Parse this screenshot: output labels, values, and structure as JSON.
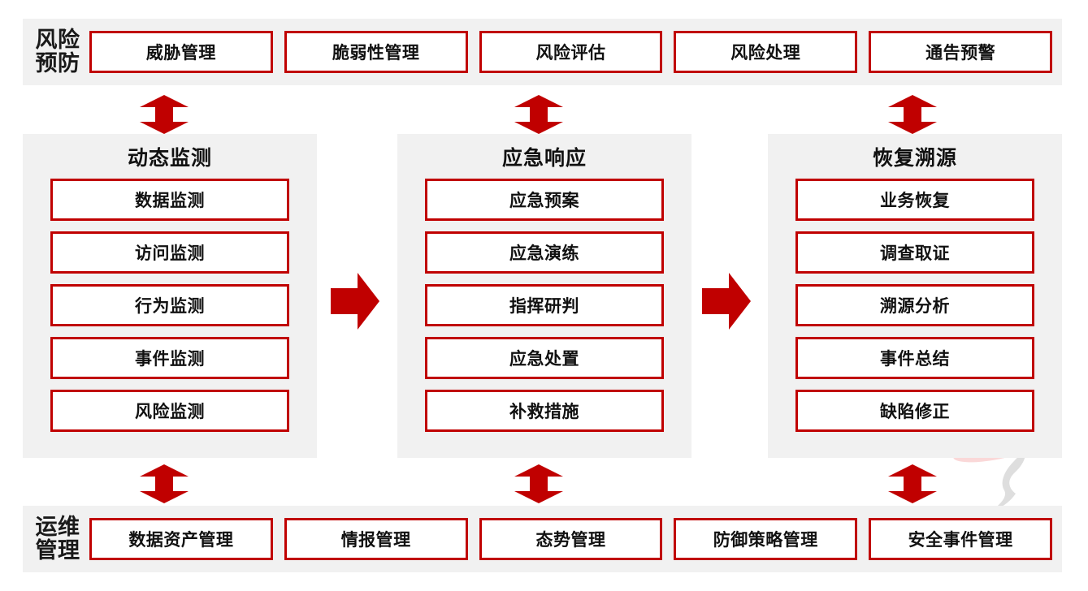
{
  "diagram": {
    "title_top": "风险预防",
    "title_bottom": "运维管理",
    "accent_color": "#c00000",
    "panel_bg": "#f1f1f1",
    "text_color": "#111111"
  },
  "top_band": {
    "label_line1": "风险",
    "label_line2": "预防",
    "items": [
      {
        "label": "威胁管理"
      },
      {
        "label": "脆弱性管理"
      },
      {
        "label": "风险评估"
      },
      {
        "label": "风险处理"
      },
      {
        "label": "通告预警"
      }
    ]
  },
  "columns": [
    {
      "title": "动态监测",
      "items": [
        {
          "label": "数据监测"
        },
        {
          "label": "访问监测"
        },
        {
          "label": "行为监测"
        },
        {
          "label": "事件监测"
        },
        {
          "label": "风险监测"
        }
      ]
    },
    {
      "title": "应急响应",
      "items": [
        {
          "label": "应急预案"
        },
        {
          "label": "应急演练"
        },
        {
          "label": "指挥研判"
        },
        {
          "label": "应急处置"
        },
        {
          "label": "补救措施"
        }
      ]
    },
    {
      "title": "恢复溯源",
      "items": [
        {
          "label": "业务恢复"
        },
        {
          "label": "调查取证"
        },
        {
          "label": "溯源分析"
        },
        {
          "label": "事件总结"
        },
        {
          "label": "缺陷修正"
        }
      ]
    }
  ],
  "bottom_band": {
    "label_line1": "运维",
    "label_line2": "管理",
    "items": [
      {
        "label": "数据资产管理"
      },
      {
        "label": "情报管理"
      },
      {
        "label": "态势管理"
      },
      {
        "label": "防御策略管理"
      },
      {
        "label": "安全事件管理"
      }
    ]
  },
  "connectors": {
    "vertical_top": [
      {
        "name": "up-down-arrow-prevention-to-monitoring"
      },
      {
        "name": "up-down-arrow-prevention-to-response"
      },
      {
        "name": "up-down-arrow-prevention-to-recovery"
      }
    ],
    "horizontal": [
      {
        "name": "right-arrow-monitoring-to-response"
      },
      {
        "name": "right-arrow-response-to-recovery"
      }
    ],
    "vertical_bottom": [
      {
        "name": "up-down-arrow-monitoring-to-ops"
      },
      {
        "name": "up-down-arrow-response-to-ops"
      },
      {
        "name": "up-down-arrow-recovery-to-ops"
      }
    ]
  }
}
